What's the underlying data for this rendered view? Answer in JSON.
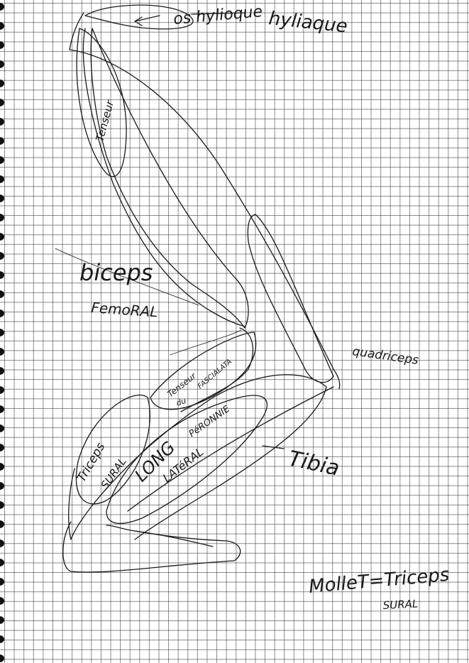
{
  "labels": {
    "os_iliaque_struck": "os hylioque",
    "os_iliaque": "hyliaque",
    "tenseur_fascia_lata_struck": "Tenseur",
    "biceps": "biceps",
    "femoral": "FemoRAL",
    "tenseur": "Tenseur",
    "du": "du",
    "fascia_lata": "FASCIALATA",
    "quadriceps": "quadriceps",
    "triceps": "Triceps",
    "sural": "SURAL",
    "long": "LONG",
    "peronnier": "PéRONNIE",
    "lateral": "LATéRAL",
    "tibia": "Tibia",
    "mollet": "MolleT=Triceps",
    "mollet_sural": "SURAL"
  },
  "colors": {
    "ink": "#1a1a1a",
    "grid": "#282828",
    "paper": "#ffffff",
    "holes": "#111111"
  }
}
